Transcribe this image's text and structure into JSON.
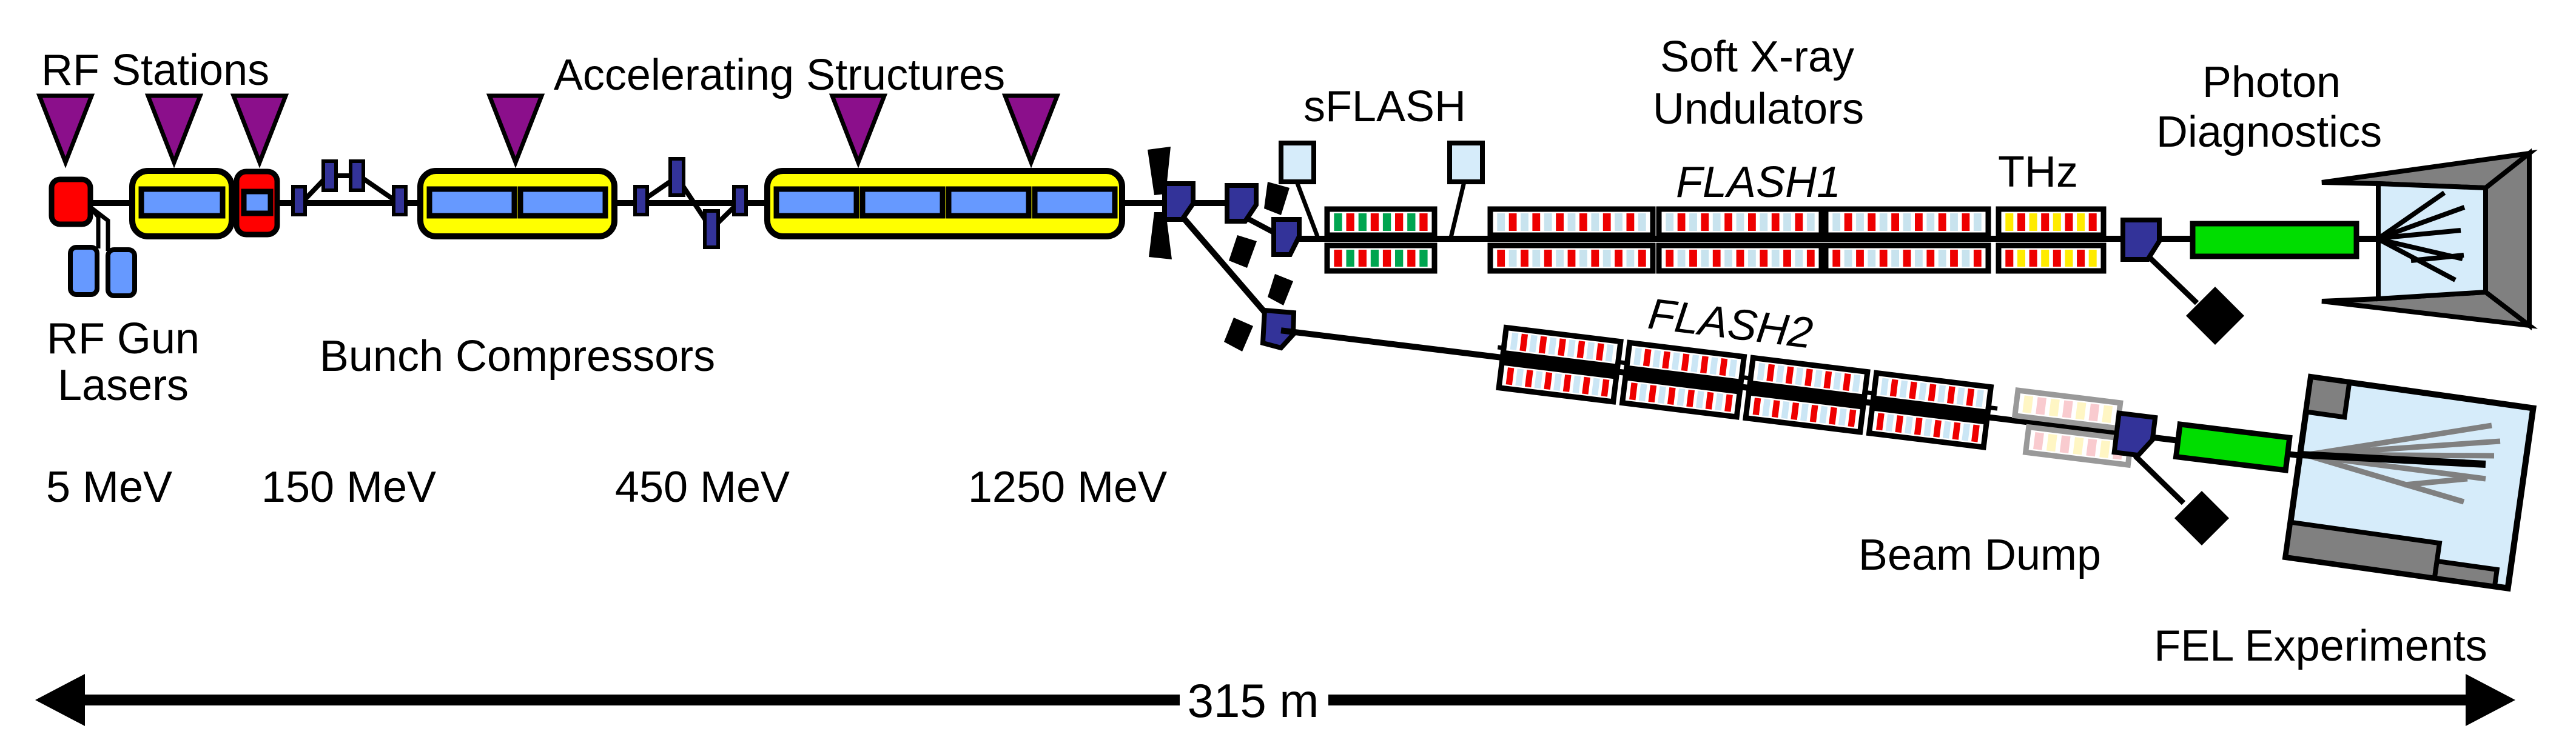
{
  "figure": "FLASH free-electron laser facility schematic",
  "labels": {
    "rf_stations": "RF Stations",
    "accelerating_structures": "Accelerating Structures",
    "sflash": "sFLASH",
    "soft_xray_line1": "Soft X-ray",
    "soft_xray_line2": "Undulators",
    "flash1": "FLASH1",
    "flash2": "FLASH2",
    "thz": "THz",
    "photon_line1": "Photon",
    "photon_line2": "Diagnostics",
    "rf_gun_line1": "RF Gun",
    "rf_gun_line2": "Lasers",
    "bunch_compressors": "Bunch Compressors",
    "energy_gun": "5 MeV",
    "energy_bc1": "150 MeV",
    "energy_bc2": "450 MeV",
    "energy_linac": "1250 MeV",
    "beam_dump": "Beam Dump",
    "fel_experiments": "FEL Experiments",
    "total_length": "315 m"
  },
  "colors": {
    "module_yellow": "#FFFF00",
    "coupler_blue": "#6699FF",
    "gun_red": "#FF0000",
    "magnet_blue": "#333399",
    "marker_purple": "#8B0F8B",
    "diag_station": "#D6ECFA",
    "photon_line_green": "#00DD00",
    "hall_wall_gray": "#808080",
    "hall_face_blue": "#D6ECFA",
    "beam_black": "#000000"
  },
  "stripe_specs": {
    "sflash": {
      "count": 8,
      "colors": [
        "#00A550",
        "#EE0000"
      ],
      "border": "#000000",
      "bg": "#FFFFFF"
    },
    "flash1": {
      "count": 13,
      "colors": [
        "#C8E3EE",
        "#EE0000"
      ],
      "border": "#000000",
      "bg": "#FFFFFF"
    },
    "thz": {
      "count": 8,
      "colors": [
        "#FFEB00",
        "#EE0000"
      ],
      "border": "#000000",
      "bg": "#FFFFFF"
    },
    "flash2": {
      "count": 11,
      "colors": [
        "#CBE6F5",
        "#EE0000"
      ],
      "border": "#000000",
      "bg": "#FFFFFF"
    },
    "flash2_faded": {
      "count": 7,
      "colors": [
        "#FFF6C4",
        "#F9CBCF"
      ],
      "border": "#999999",
      "bg": "#FFFFFF"
    }
  }
}
